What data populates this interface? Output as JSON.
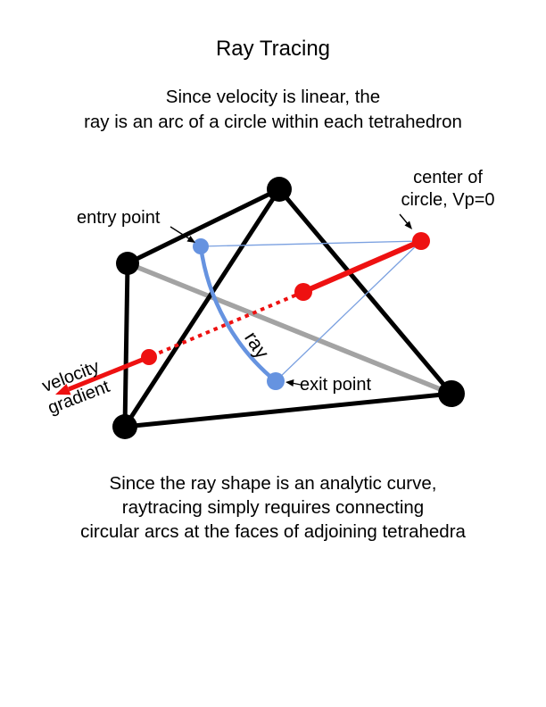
{
  "title": "Ray Tracing",
  "subtitle": {
    "line1": "Since velocity is linear, the",
    "line2": "ray is an arc of a circle within each tetrahedron"
  },
  "footer": {
    "line1": "Since the ray shape is an analytic curve,",
    "line2": "raytracing simply requires connecting",
    "line3": "circular arcs at the faces of adjoining tetrahedra"
  },
  "labels": {
    "entry_point": "entry point",
    "exit_point": "exit point",
    "ray": "ray",
    "velocity_line1": "velocity",
    "velocity_line2": "gradient",
    "center_line1": "center of",
    "center_line2": "circle, Vp=0"
  },
  "colors": {
    "black": "#000000",
    "gray": "#a3a3a3",
    "red": "#ee1111",
    "blue": "#6693e0",
    "thin_blue": "#7aa0e0"
  }
}
